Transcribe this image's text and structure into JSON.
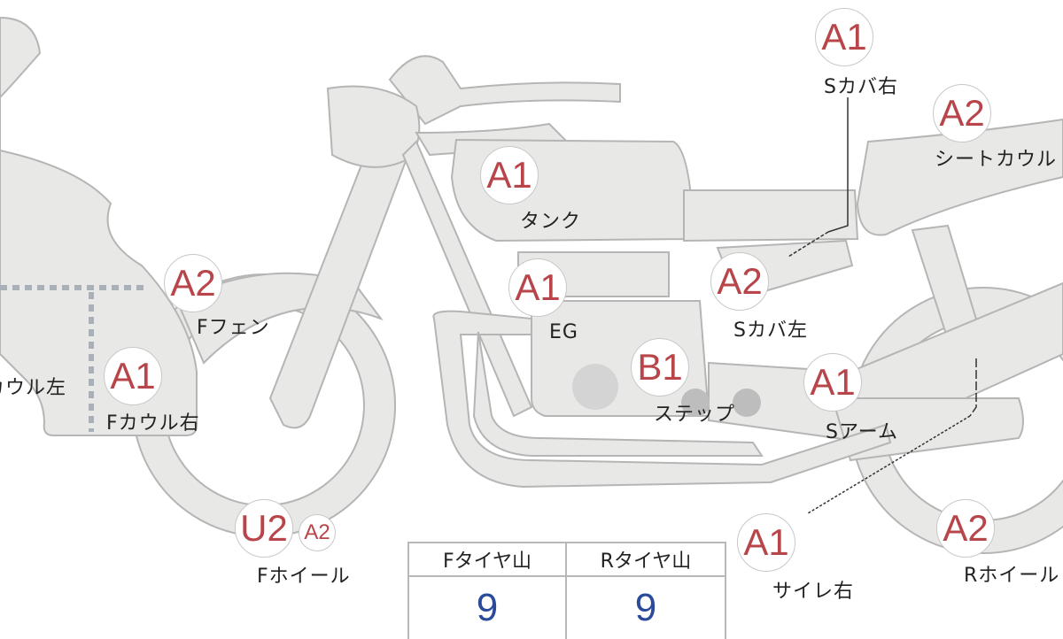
{
  "colors": {
    "part_fill": "#e8e8e6",
    "part_stroke": "#b5b5b5",
    "grade": "#b8454a",
    "value": "#2a4a9a"
  },
  "parts": [
    {
      "id": "s-cover-right",
      "label": "Sカバ右",
      "grade": "A1"
    },
    {
      "id": "seat-cowl",
      "label": "シートカウル",
      "grade": "A2"
    },
    {
      "id": "tank",
      "label": "タンク",
      "grade": "A1"
    },
    {
      "id": "f-fender",
      "label": "Fフェン",
      "grade": "A2"
    },
    {
      "id": "engine",
      "label": "EG",
      "grade": "A1"
    },
    {
      "id": "s-cover-left",
      "label": "Sカバ左",
      "grade": "A2"
    },
    {
      "id": "f-cowl-right",
      "label": "Fカウル右",
      "grade": "A1"
    },
    {
      "id": "step",
      "label": "ステップ",
      "grade": "B1"
    },
    {
      "id": "swing-arm",
      "label": "Sアーム",
      "grade": "A1"
    },
    {
      "id": "f-wheel",
      "label": "Fホイール",
      "grade": "U2",
      "grade2": "A2"
    },
    {
      "id": "silencer-right",
      "label": "サイレ右",
      "grade": "A1"
    },
    {
      "id": "r-wheel",
      "label": "Rホイール",
      "grade": "A2"
    }
  ],
  "f_cowl_left_label": "Fカウル左",
  "tire_table": {
    "headers": [
      "Fタイヤ山",
      "Rタイヤ山"
    ],
    "values": [
      "9",
      "9"
    ]
  }
}
